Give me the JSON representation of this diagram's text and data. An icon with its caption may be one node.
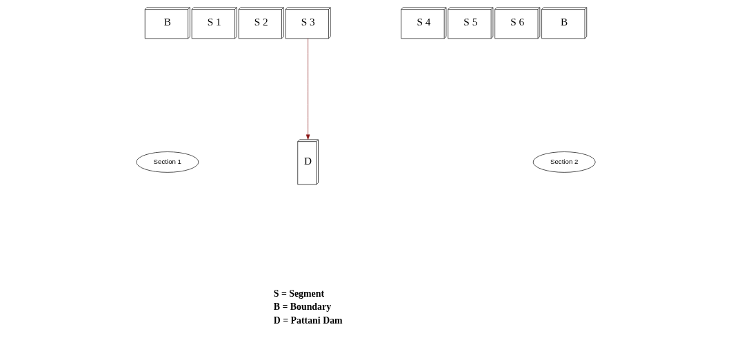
{
  "diagram": {
    "nodes": [
      {
        "text": [
          "B"
        ]
      },
      {
        "text": [
          "S 1"
        ]
      },
      {
        "text": [
          "S 2"
        ]
      },
      {
        "text": [
          "S 3"
        ]
      },
      {
        "text": [
          "S 4"
        ]
      },
      {
        "text": [
          "S 5"
        ]
      },
      {
        "text": [
          "S 6"
        ]
      },
      {
        "text": [
          "B"
        ]
      },
      {
        "text": [
          "Section 1"
        ]
      },
      {
        "text": [
          "Section 2"
        ]
      },
      {
        "text": [
          "D"
        ]
      }
    ],
    "edges": [
      {
        "from": 3,
        "to": 10,
        "arrow": "to",
        "color": "#8b1a1a"
      }
    ],
    "labels": [
      "S = Segment",
      "B = Boundary",
      "D = Pattani Dam"
    ]
  }
}
